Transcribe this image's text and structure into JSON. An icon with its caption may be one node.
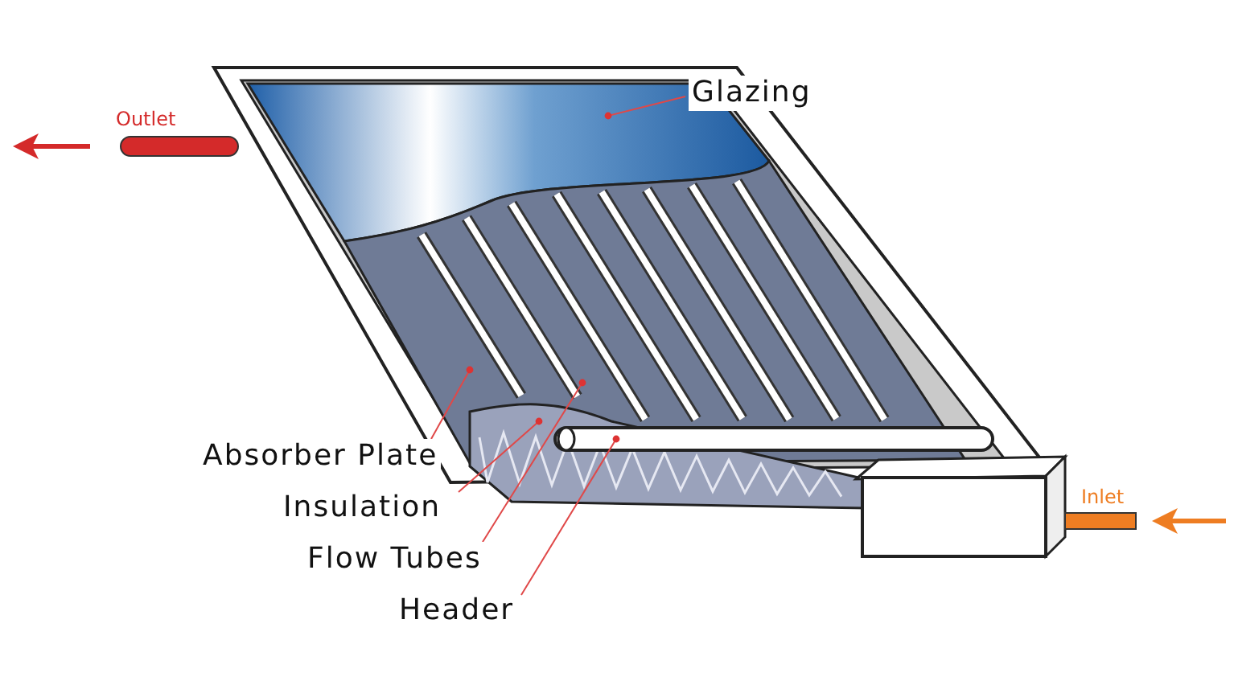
{
  "diagram": {
    "nodes": [
      {
        "text": [
          "Glazing"
        ]
      },
      {
        "text": [],
        "shape": "picture"
      },
      {
        "text": [
          "Absorber Plate"
        ]
      },
      {
        "text": [],
        "shape": "picture"
      },
      {
        "text": [
          "Insulation"
        ]
      },
      {
        "text": [],
        "shape": "picture"
      },
      {
        "text": [
          "Flow Tubes"
        ]
      },
      {
        "text": [],
        "shape": "picture",
        "in": 3
      },
      {
        "text": [
          "Header"
        ]
      },
      {
        "text": [],
        "shape": "picture"
      }
    ],
    "edges": [
      {
        "from": 0,
        "to": 1,
        "arrow": "other"
      },
      {
        "from": 2,
        "to": 3,
        "arrow": "other"
      },
      {
        "from": 4,
        "to": 5,
        "arrow": "other"
      },
      {
        "from": 6,
        "to": 7,
        "arrow": "other"
      },
      {
        "from": 8,
        "to": 9,
        "arrow": "other"
      }
    ],
    "labels": [
      "Outlet",
      "Inlet"
    ]
  }
}
